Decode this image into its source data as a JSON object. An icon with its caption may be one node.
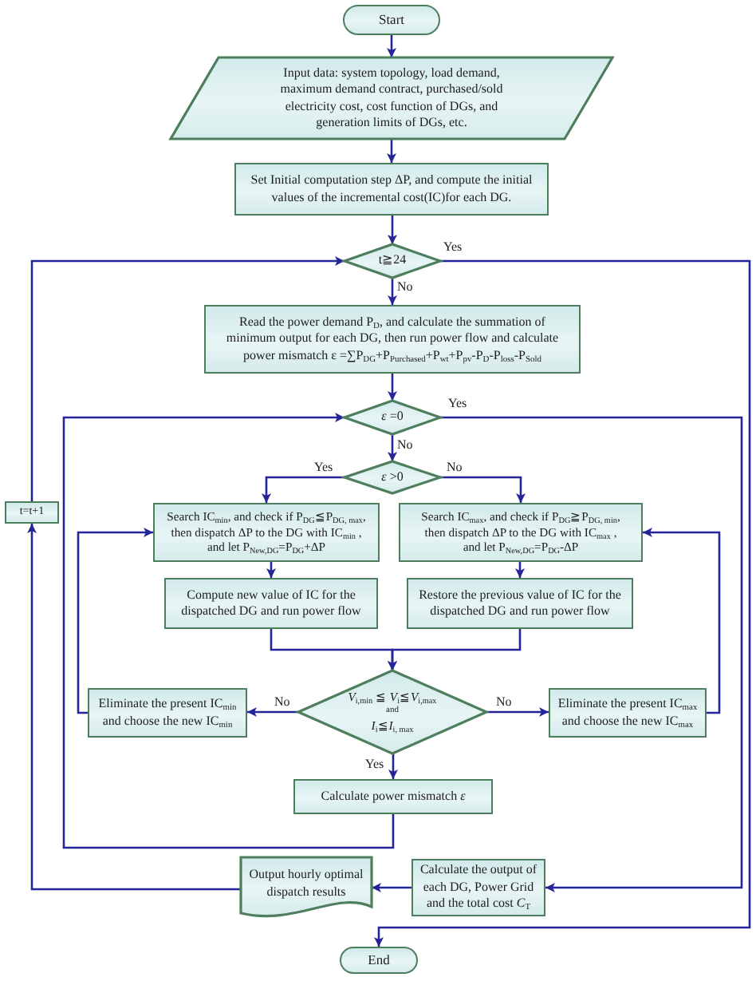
{
  "diagram": {
    "nodes": [
      {
        "text": [
          "Start"
        ]
      },
      {
        "text": [
          "Input data: system topology, load demand, maximum demand contract, purchased/sold electricity cost, cost function of DGs, and generation limits of DGs, etc."
        ]
      },
      {
        "text": [
          "Set Initial computation step ΔP, and compute the initial values of the incremental cost(IC)for each DG."
        ]
      },
      {
        "text": [
          "t≧24"
        ]
      },
      {
        "text": [
          "Read the power demand P$_{D}$, and calculate the summation of minimum output for each DG, then run power flow and calculate power mismatch ε =∑P$_{DG}$+P$_{Purchased}$+P$_{wt}$+P$_{pv}$-P$_{D}$-P$_{loss}$-P$_{Sold}$"
        ]
      },
      {
        "text": [
          "*ε* =0"
        ]
      },
      {
        "text": [
          "*ε* >0"
        ]
      },
      {
        "text": [
          "t=t+1"
        ]
      },
      {
        "text": [
          "Search IC$_{min}$, and check if P$_{DG}$≦P$_{DG, max}$, then dispatch ΔP to the DG with IC$_{min}$ , and let P$_{New,DG}$=P$_{DG}$+ΔP"
        ]
      },
      {
        "text": [
          "Search IC$_{max}$, and check if P$_{DG}$≧P$_{DG, min}$, then dispatch ΔP to the DG with IC$_{max}$ , and let P$_{New,DG}$=P$_{DG}$-ΔP"
        ]
      },
      {
        "text": [
          "Compute new value of IC for the dispatched DG and run power flow"
        ]
      },
      {
        "text": [
          "Restore the previous value of IC for the dispatched DG and run power flow"
        ]
      },
      {
        "text": [
          "Eliminate the present IC$_{min}$ and choose the new IC$_{min}$"
        ]
      },
      {
        "text": [
          "*V*$_{i,min}$ ≦ *V*$_{i}$≦*V*$_{i,max}$",
          "and",
          "*I*$_{i}$≦*I*$_{i, max}$"
        ]
      },
      {
        "text": [
          "Eliminate the present IC$_{max}$ and choose the new IC$_{max}$"
        ]
      },
      {
        "text": [
          "Calculate power mismatch *ε*"
        ]
      },
      {
        "text": [
          "Output hourly optimal dispatch results"
        ]
      },
      {
        "text": [
          "Calculate the output of each DG, Power Grid and the total cost *C*$_{T}$"
        ]
      },
      {
        "text": [
          "End"
        ]
      }
    ],
    "edges": [
      {
        "from": 0,
        "to": 1,
        "arrow": "to"
      },
      {
        "from": 1,
        "to": 2,
        "arrow": "to"
      },
      {
        "from": 2,
        "to": 3,
        "arrow": "to"
      },
      {
        "from": 3,
        "to": 4,
        "arrow": "to",
        "label": "No"
      },
      {
        "from": 3,
        "to": 18,
        "arrow": "to",
        "label": "Yes"
      },
      {
        "from": 4,
        "to": 5,
        "arrow": "to"
      },
      {
        "from": 5,
        "to": 6,
        "arrow": "to",
        "label": "No"
      },
      {
        "from": 5,
        "to": 17,
        "arrow": "to",
        "label": "Yes"
      },
      {
        "from": 6,
        "to": 8,
        "arrow": "to",
        "label": "Yes"
      },
      {
        "from": 6,
        "to": 9,
        "arrow": "to",
        "label": "No"
      },
      {
        "from": 8,
        "to": 10,
        "arrow": "to"
      },
      {
        "from": 9,
        "to": 11,
        "arrow": "to"
      },
      {
        "from": 10,
        "to": 13,
        "arrow": "to"
      },
      {
        "from": 11,
        "to": 13,
        "arrow": "to"
      },
      {
        "from": 13,
        "to": 12,
        "arrow": "to",
        "label": "No"
      },
      {
        "from": 13,
        "to": 14,
        "arrow": "to",
        "label": "No"
      },
      {
        "from": 13,
        "to": 15,
        "arrow": "to",
        "label": "Yes"
      },
      {
        "from": 12,
        "to": 8,
        "arrow": "to"
      },
      {
        "from": 14,
        "to": 9,
        "arrow": "to"
      },
      {
        "from": 15,
        "to": 5,
        "arrow": "to"
      },
      {
        "from": 17,
        "to": 16,
        "arrow": "to"
      },
      {
        "from": 16,
        "to": 7,
        "arrow": "to"
      },
      {
        "from": 7,
        "to": 3,
        "arrow": "to"
      }
    ]
  }
}
